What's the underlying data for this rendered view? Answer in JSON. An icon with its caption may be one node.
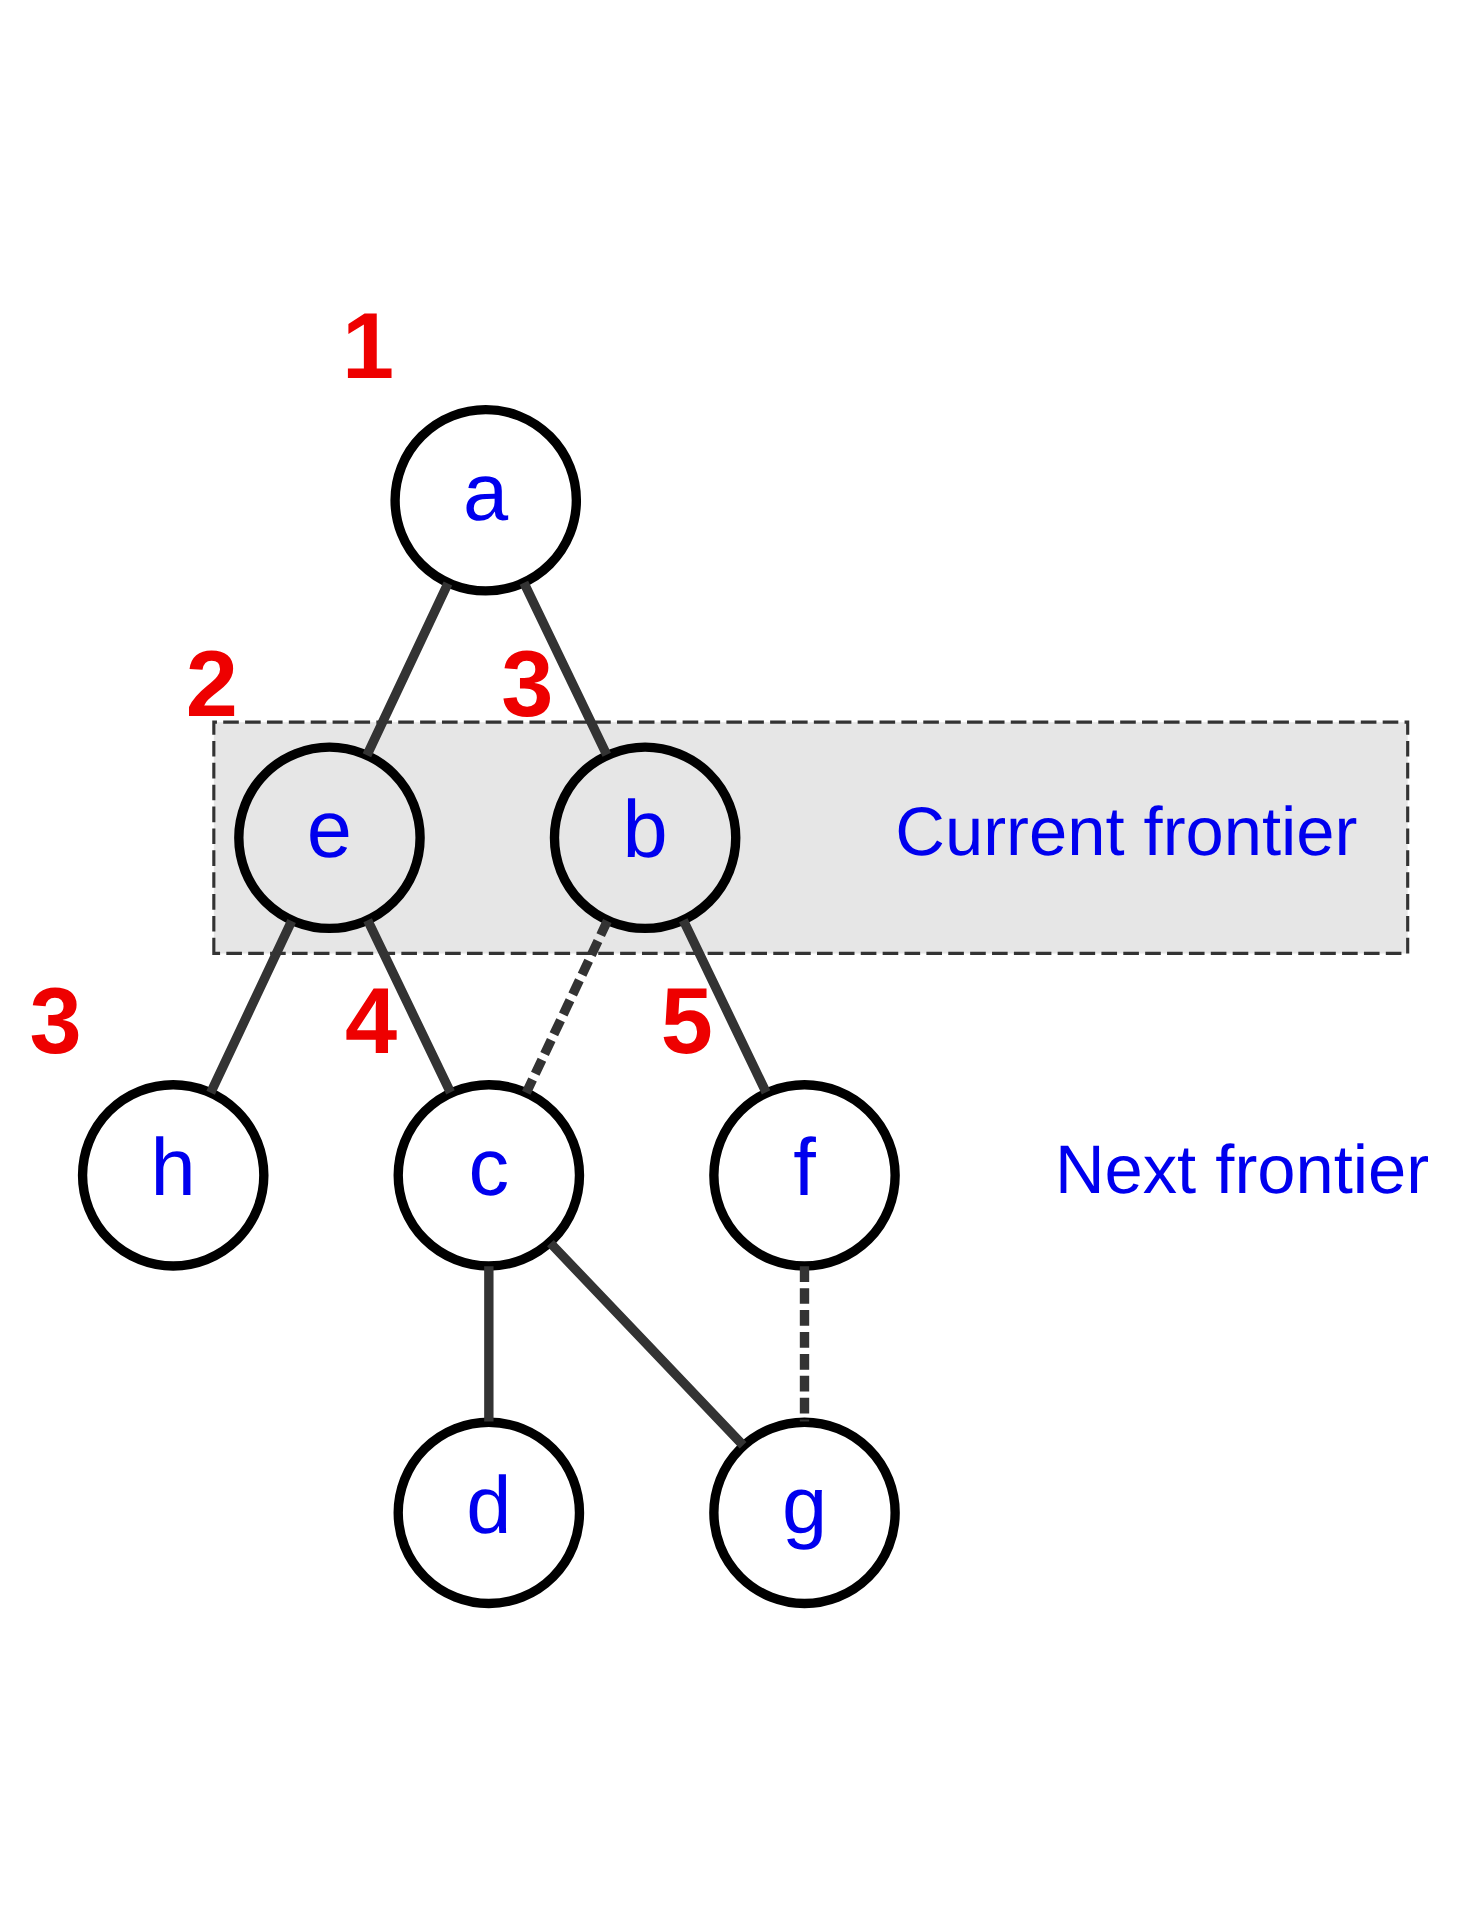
{
  "diagram": {
    "nodes": [
      {
        "text": [
          "a"
        ],
        "beside": [
          "1"
        ]
      },
      {
        "text": [],
        "shape": "box",
        "beside": [
          "Current frontier"
        ]
      },
      {
        "text": [
          "e"
        ],
        "in": 1,
        "beside": [
          "2"
        ]
      },
      {
        "text": [
          "b"
        ],
        "in": 1,
        "beside": [
          "3"
        ]
      },
      {
        "text": [
          "h"
        ],
        "beside": [
          "3"
        ]
      },
      {
        "text": [
          "c"
        ],
        "beside": [
          "4"
        ]
      },
      {
        "text": [
          "f"
        ],
        "beside": [
          "5"
        ]
      },
      {
        "text": [
          "d"
        ]
      },
      {
        "text": [
          "g"
        ]
      }
    ],
    "edges": [
      {
        "from": 0,
        "to": 2,
        "arrow": "none"
      },
      {
        "from": 0,
        "to": 3,
        "arrow": "none"
      },
      {
        "from": 2,
        "to": 4,
        "arrow": "none"
      },
      {
        "from": 2,
        "to": 5,
        "arrow": "none"
      },
      {
        "from": 3,
        "to": 5,
        "arrow": "none",
        "style": "dashed"
      },
      {
        "from": 3,
        "to": 6,
        "arrow": "none"
      },
      {
        "from": 5,
        "to": 7,
        "arrow": "none"
      },
      {
        "from": 5,
        "to": 8,
        "arrow": "none"
      },
      {
        "from": 6,
        "to": 8,
        "arrow": "none",
        "style": "dashed"
      }
    ],
    "labels": [
      "Next frontier"
    ]
  }
}
